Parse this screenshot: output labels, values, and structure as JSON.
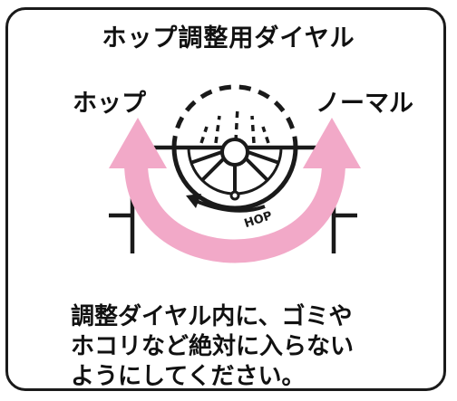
{
  "title": "ホップ調整用ダイヤル",
  "labels": {
    "hop": "ホップ",
    "normal": "ノーマル",
    "dial_marking": "HOP"
  },
  "note": {
    "lines": [
      "調整ダイヤル内に、ゴミや",
      "ホコリなど絶対に入らない",
      "ようにしてください。"
    ]
  },
  "colors": {
    "arrow": "#f2a9c8",
    "ink": "#1a1a1a"
  }
}
